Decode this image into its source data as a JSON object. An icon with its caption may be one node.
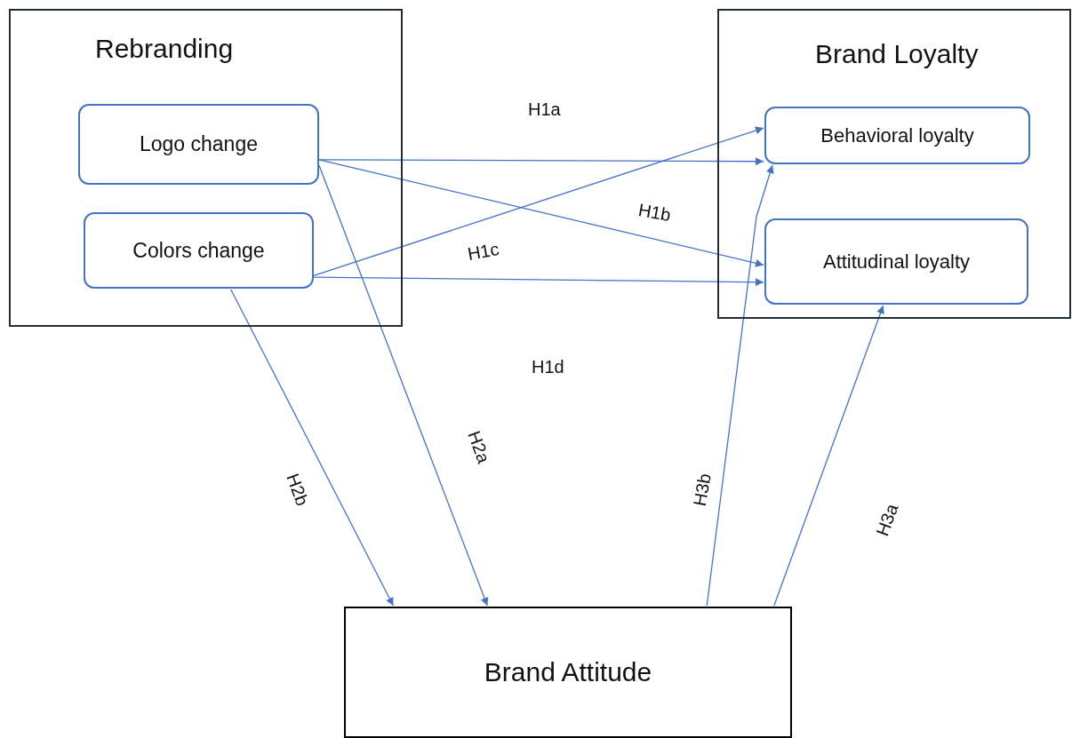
{
  "diagram": {
    "nodes": [
      {
        "text": [
          "Rebranding"
        ]
      },
      {
        "text": [
          "Logo change"
        ],
        "in": 0
      },
      {
        "text": [
          "Colors change"
        ],
        "in": 0
      },
      {
        "text": [
          "Brand Loyalty"
        ]
      },
      {
        "text": [
          "Behavioral loyalty"
        ],
        "in": 3
      },
      {
        "text": [
          "Attitudinal loyalty"
        ],
        "in": 3
      },
      {
        "text": [
          "Brand Attitude"
        ]
      }
    ],
    "edges": [
      {
        "from": 1,
        "to": 4,
        "arrow": "to",
        "label": "H1a"
      },
      {
        "from": 1,
        "to": 5,
        "arrow": "to",
        "label": "H1b"
      },
      {
        "from": 2,
        "to": 4,
        "arrow": "to",
        "label": "H1c"
      },
      {
        "from": 2,
        "to": 5,
        "arrow": "to",
        "label": "H1d"
      },
      {
        "from": 1,
        "to": 6,
        "arrow": "to",
        "label": "H2a"
      },
      {
        "from": 2,
        "to": 6,
        "arrow": "to",
        "label": "H2b"
      },
      {
        "from": 6,
        "to": 4,
        "arrow": "to",
        "label": "H3b"
      },
      {
        "from": 6,
        "to": 5,
        "arrow": "to",
        "label": "H3a"
      }
    ]
  }
}
